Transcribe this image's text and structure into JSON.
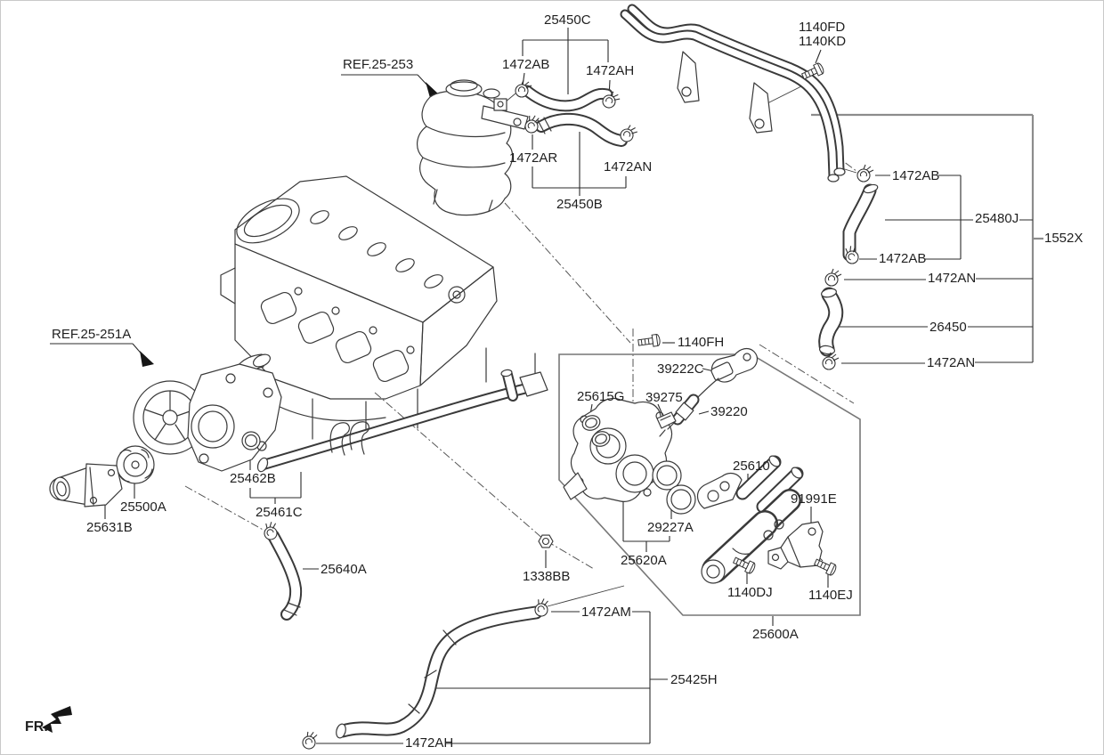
{
  "diagram_type": "coolant-pipe-and-hose-parts-diagram",
  "colors": {
    "background": "#ffffff",
    "line_art": "#3a3a3a",
    "callout_line": "#2b2b2b",
    "group_bracket": "#8c8c8c",
    "text": "#1f1f1f"
  },
  "icons": {
    "bolt": "bolt-icon",
    "hose_clamp": "hose-clamp-icon",
    "flange_nut": "flange-nut-icon",
    "ref_arrow": "leader-arrowhead-icon",
    "front_direction": "front-direction-arrow-icon"
  },
  "refs": {
    "engine_coolant": "REF.25-253",
    "water_pump": "REF.25-251A"
  },
  "direction": {
    "front": "FR."
  },
  "labels": {
    "p25450c": "25450C",
    "p1472ab_a": "1472AB",
    "p1472ah_a": "1472AH",
    "p1140fd": "1140FD",
    "p1140kd": "1140KD",
    "p1472ar": "1472AR",
    "p1472an_a": "1472AN",
    "p25450b": "25450B",
    "p1472ab_b": "1472AB",
    "p25480j": "25480J",
    "p1552x": "1552X",
    "p1472ab_c": "1472AB",
    "p1472an_b": "1472AN",
    "p26450": "26450",
    "p1472an_c": "1472AN",
    "p1140fh": "1140FH",
    "p39222c": "39222C",
    "p25615g": "25615G",
    "p39275": "39275",
    "p39220": "39220",
    "p25610": "25610",
    "p91991e": "91991E",
    "p25462b": "25462B",
    "p25500a": "25500A",
    "p25461c": "25461C",
    "p25631b": "25631B",
    "p29227a": "29227A",
    "p25620a": "25620A",
    "p1338bb": "1338BB",
    "p25640a": "25640A",
    "p1140dj": "1140DJ",
    "p1140ej": "1140EJ",
    "p25600a": "25600A",
    "p1472am": "1472AM",
    "p25425h": "25425H",
    "p1472ah_b": "1472AH"
  }
}
